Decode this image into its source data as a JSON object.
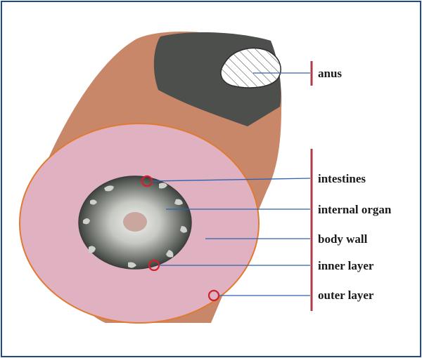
{
  "labels": {
    "anus": "anus",
    "intestines": "intestines",
    "internal_organ": "internal organ",
    "body_wall": "body wall",
    "inner_layer": "inner layer",
    "outer_layer": "outer layer"
  },
  "colors": {
    "frame": "#1f4a8a",
    "body_side": "#c9876a",
    "body_face": "#dfb1c1",
    "body_outline": "#e07a30",
    "anus_patch": "#4d4f4d",
    "leader_line": "#2f62b0",
    "bracket": "#b03a48",
    "marker_circle": "#d0202a"
  }
}
